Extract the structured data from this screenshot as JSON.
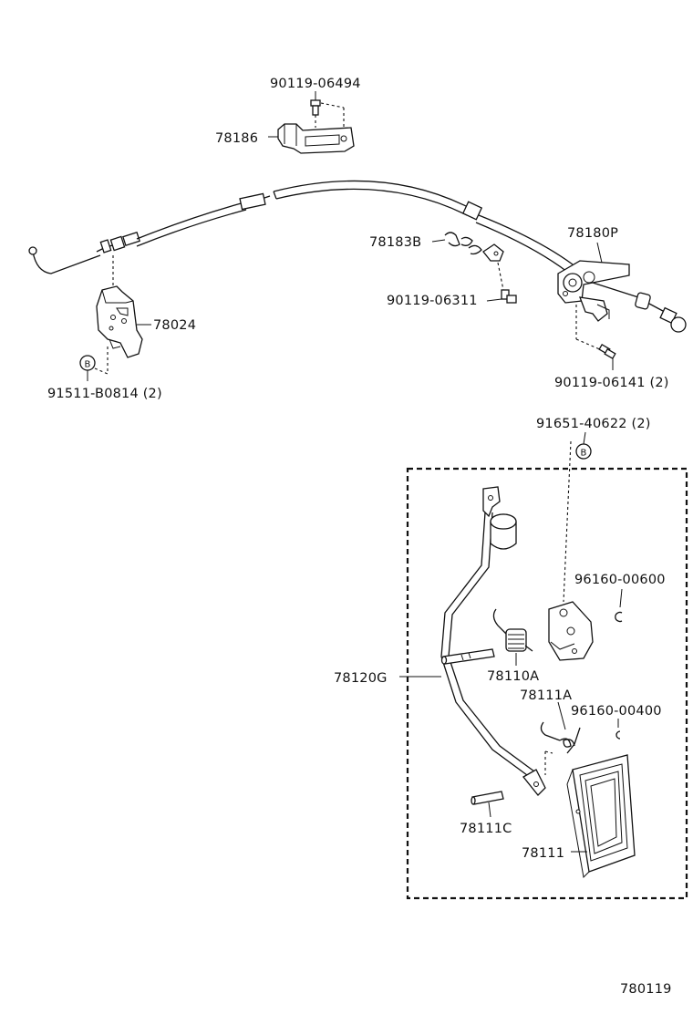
{
  "labels": {
    "p1": "90119-06494",
    "p2": "78186",
    "p3": "78183B",
    "p4": "78180P",
    "p5": "90119-06311",
    "p6": "78024",
    "p7": "91511-B0814 (2)",
    "p8": "90119-06141 (2)",
    "p9": "91651-40622 (2)",
    "p10": "96160-00600",
    "p11": "78120G",
    "p12": "78110A",
    "p13": "78111A",
    "p14": "96160-00400",
    "p15": "78111C",
    "p16": "78111",
    "drawing_no": "780119"
  },
  "markers": {
    "b1": "B",
    "b2": "B"
  }
}
